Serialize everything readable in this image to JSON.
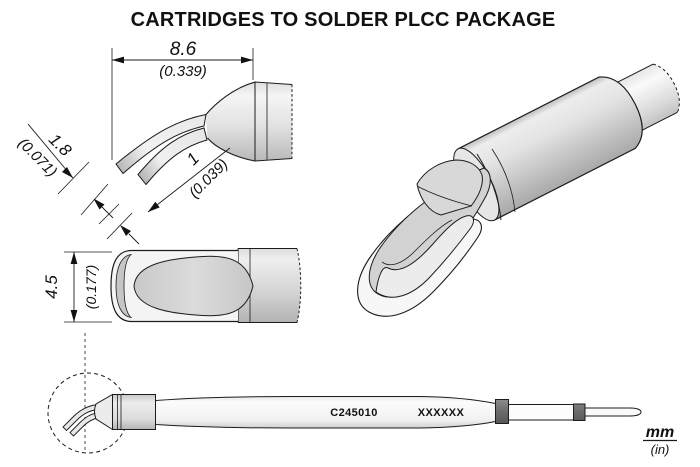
{
  "title": "CARTRIDGES TO SOLDER PLCC PACKAGE",
  "part": {
    "model": "C245010",
    "serial_placeholder": "XXXXXX"
  },
  "units_note": {
    "top": "mm",
    "bottom": "(in)"
  },
  "dimensions": {
    "tip_length": {
      "mm": "8.6",
      "inch": "(0.339)"
    },
    "tip_thickness": {
      "mm": "1.8",
      "inch": "(0.071)"
    },
    "prong_thickness": {
      "mm": "1",
      "inch": "(0.039)"
    },
    "tip_width": {
      "mm": "4.5",
      "inch": "(0.177)"
    }
  },
  "colors": {
    "line": "#1c1c1c",
    "fill_light": "#f2f2f2",
    "fill_mid": "#d6d6d6",
    "fill_dark_band": "#6b6b6b",
    "background": "#ffffff"
  }
}
